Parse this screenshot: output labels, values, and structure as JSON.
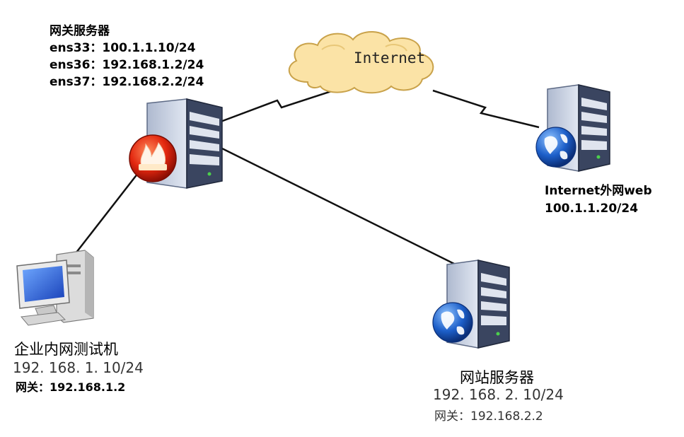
{
  "diagram": {
    "cloud": {
      "label": "Internet"
    },
    "gateway_server": {
      "title": "网关服务器",
      "interfaces": [
        "ens33：100.1.1.10/24",
        "ens36：192.168.1.2/24",
        "ens37：192.168.2.2/24"
      ]
    },
    "external_web": {
      "title": "Internet外网web",
      "ip": "100.1.1.20/24"
    },
    "test_pc": {
      "title": "企业内网测试机",
      "ip": "192. 168. 1. 10/24",
      "gateway": "网关：192.168.1.2"
    },
    "web_server": {
      "title": "网站服务器",
      "ip": "192. 168. 2. 10/24",
      "gateway": "网关：192.168.2.2"
    }
  },
  "colors": {
    "cloud_fill": "#fbe3a6",
    "cloud_stroke": "#c9a24a",
    "link": "#111111",
    "server_body": "#c9d2e3",
    "globe": "#1d5fc9",
    "firewall": "#d91e0e"
  }
}
